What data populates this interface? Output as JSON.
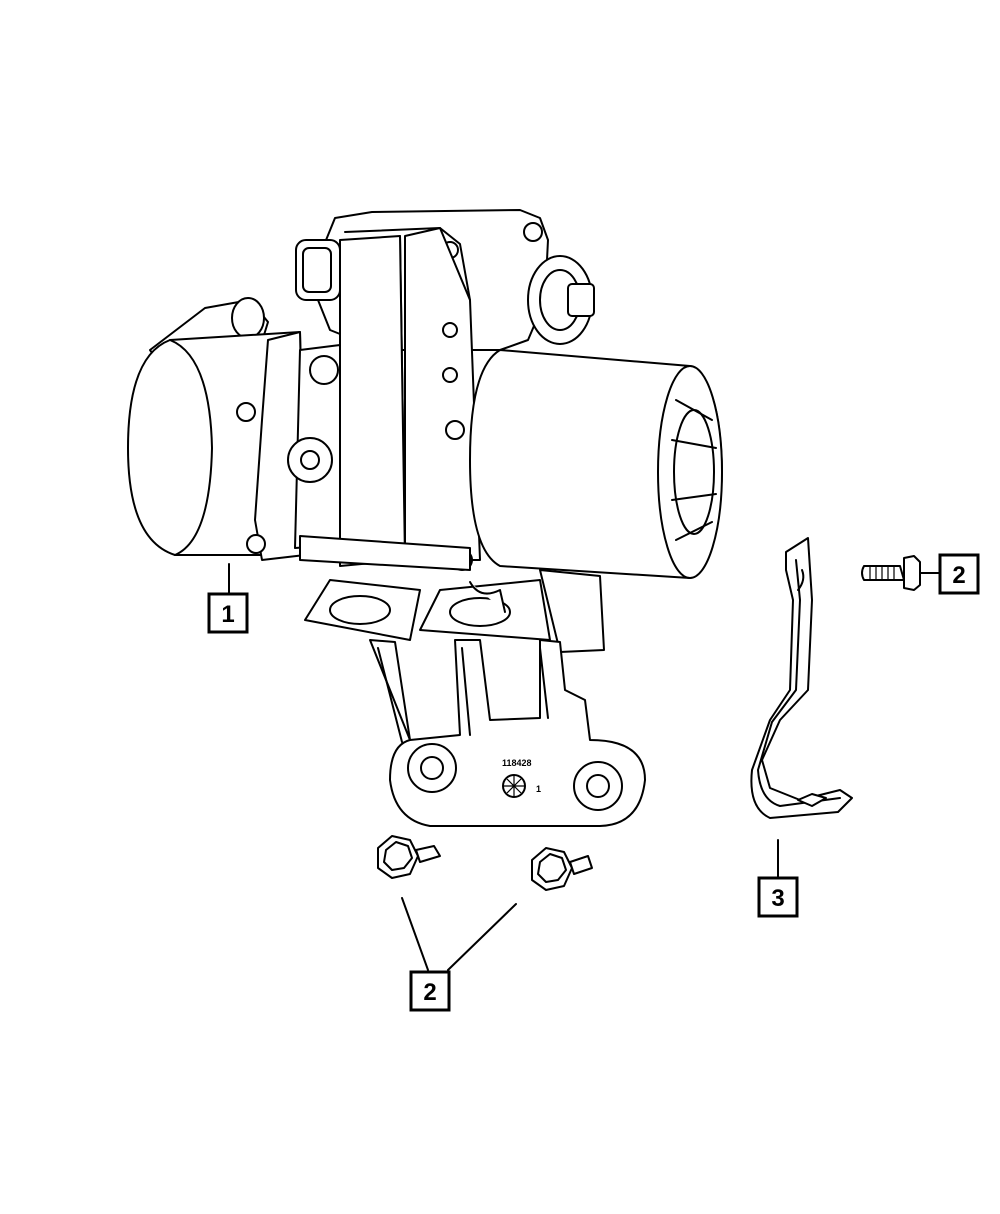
{
  "callouts": {
    "pump_assembly": "1",
    "bolt_right": "2",
    "bolts_bottom": "2",
    "bracket": "3"
  },
  "stamp": {
    "part_code": "118428",
    "date_wheel_mark": "1"
  }
}
